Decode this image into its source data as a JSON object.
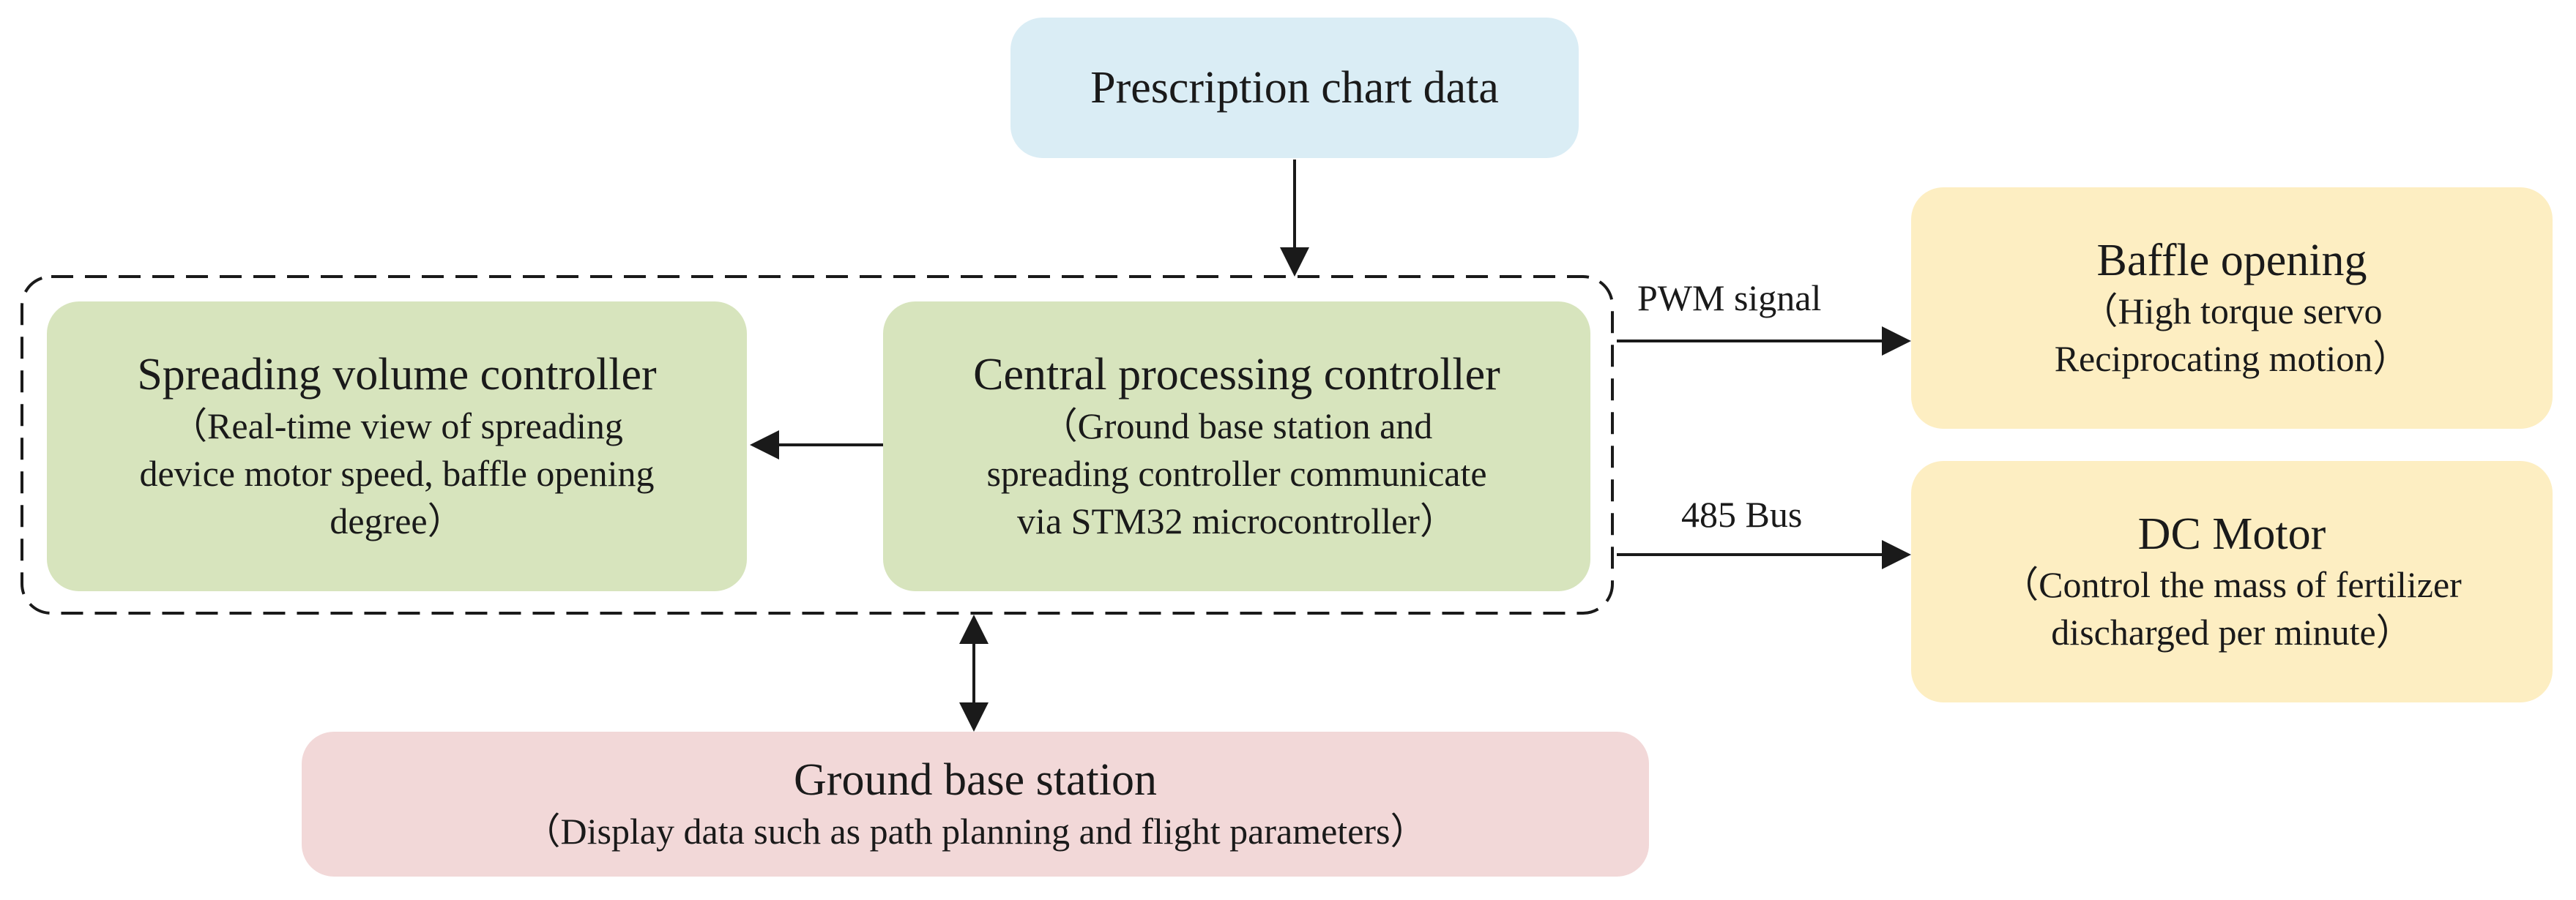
{
  "colors": {
    "prescription_fill": "#daedf5",
    "controller_fill": "#d7e4bd",
    "output_fill": "#fdeec2",
    "ground_fill": "#f2d8d8",
    "line": "#1a1a1a"
  },
  "nodes": {
    "prescription": {
      "title": "Prescription chart data"
    },
    "spreading_volume": {
      "title": "Spreading volume controller",
      "desc": [
        "（Real-time view of spreading",
        "device motor speed, baffle opening",
        "degree）"
      ]
    },
    "central": {
      "title": "Central processing controller",
      "desc": [
        "（Ground base station and",
        "spreading controller communicate",
        "via STM32 microcontroller）"
      ]
    },
    "baffle": {
      "title": "Baffle opening",
      "desc": [
        "（High torque servo",
        "Reciprocating motion）"
      ]
    },
    "dc_motor": {
      "title": "DC Motor",
      "desc": [
        "（Control the mass of fertilizer",
        "discharged per minute）"
      ]
    },
    "ground": {
      "title": "Ground base station",
      "desc": [
        "（Display data such as path planning and flight parameters）"
      ]
    }
  },
  "edges": {
    "pwm_label": "PWM signal",
    "bus_label": "485 Bus"
  }
}
